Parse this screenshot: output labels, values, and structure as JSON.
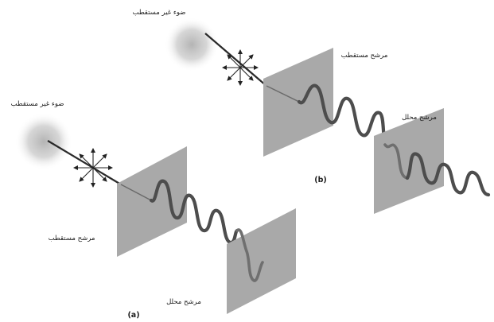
{
  "panel_a": {
    "source_label": "ضوء غير مستقطب",
    "polarizer_label": "مرشح مستقطب",
    "analyzer_label": "مرشح محلل",
    "caption": "(a)"
  },
  "panel_b": {
    "source_label": "ضوء غير مستقطب",
    "polarizer_label": "مرشح مستقطب",
    "analyzer_label": "مرشح محلل",
    "caption": "(b)"
  },
  "colors": {
    "filter": "#a9a9a9",
    "wave": "#4d4d4d",
    "wave_behind_filter": "#6f6f6f",
    "glow": "#bcbcbc"
  }
}
